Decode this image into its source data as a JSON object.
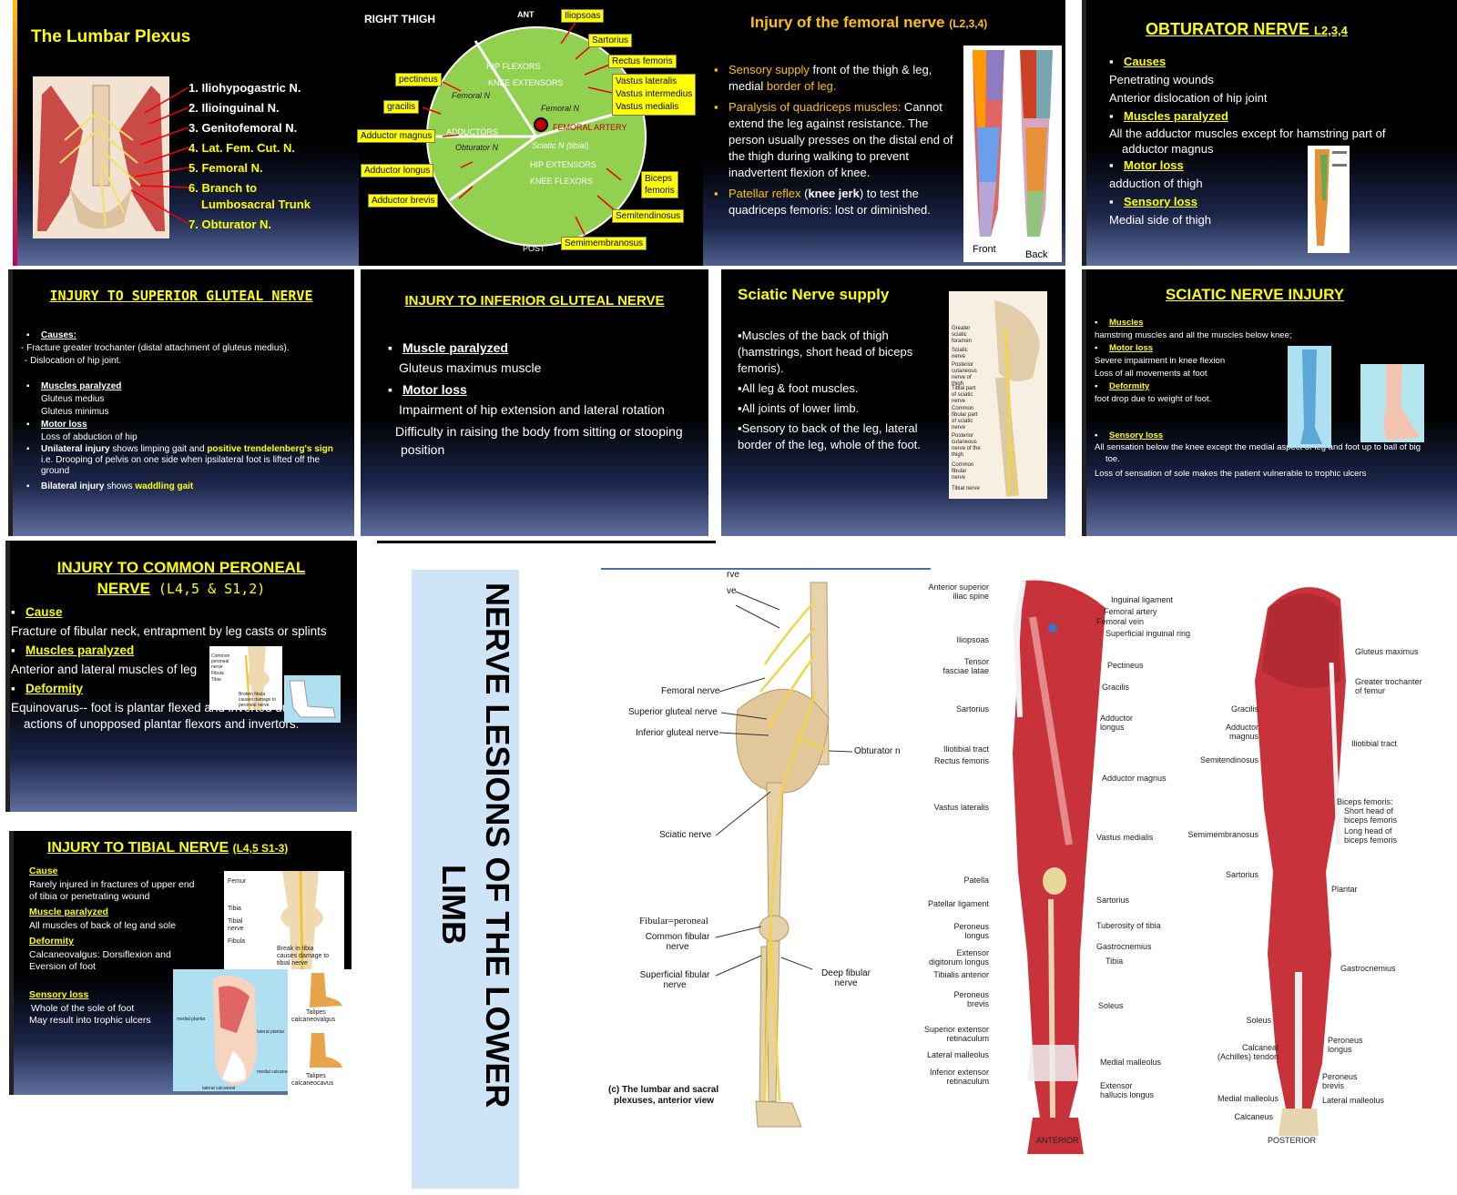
{
  "lumbar": {
    "title": "The Lumbar Plexus",
    "items": [
      "1. Iliohypogastric N.",
      "2. Ilioinguinal N.",
      "3. Genitofemoral N.",
      "4. Lat. Fem. Cut. N.",
      "5. Femoral N.",
      "6. Branch to",
      "Lumbosacral Trunk",
      "7. Obturator N."
    ]
  },
  "thigh": {
    "title": "RIGHT THIGH",
    "ant": "ANT",
    "post": "POST",
    "tags": [
      "Iliopsoas",
      "Sartorius",
      "Rectus femoris",
      "Vastus lateralis",
      "Vastus intermedius",
      "Vastus medialis",
      "pectineus",
      "gracilis",
      "Adductor magnus",
      "Adductor longus",
      "Adductor brevis",
      "Biceps",
      "femoris",
      "Semitendinosus",
      "Semimembranosus"
    ],
    "regions": [
      "HIP FLEXORS",
      "KNEE EXTENSORS",
      "Femoral N",
      "Femoral N",
      "ADDUCTORS",
      "Obturator N",
      "FEMORAL ARTERY",
      "Sciatic N (tibial)",
      "HIP EXTENSORS",
      "KNEE FLEXORS"
    ]
  },
  "femoral": {
    "title": "Injury of the femoral nerve",
    "title_sub": "(L2,3,4)",
    "b1_hl": "Sensory supply",
    "b1_a": " front of the thigh & leg, medial ",
    "b1_hl2": "border of leg.",
    "b2_hl": "Paralysis of quadriceps muscles:",
    "b2_text": " Cannot extend the leg against resistance. The person usually presses on the distal end of the thigh during walking to prevent inadvertent flexion of knee.",
    "b3_hl": "Patellar reflex",
    "b3_bold": "knee jerk",
    "b3_text": ") to test the quadriceps femoris: lost or diminished.",
    "b3_open": " (",
    "front": "Front",
    "back": "Back"
  },
  "obturator": {
    "title": "OBTURATOR NERVE",
    "title_sub": "L2,3,4",
    "causes": "Causes",
    "c1": "Penetrating wounds",
    "c2": "Anterior dislocation of hip joint",
    "musc": "Muscles paralyzed",
    "m1": "All the adductor muscles except for hamstring part of adductor magnus",
    "motor": "Motor loss",
    "mo1": "adduction of thigh",
    "sens": "Sensory loss",
    "s1": "Medial side of thigh"
  },
  "supglut": {
    "title": "INJURY TO SUPERIOR GLUTEAL NERVE",
    "causes": "Causes:",
    "c1": "- Fracture greater trochanter (distal attachment of gluteus medius).",
    "c2": "- Dislocation of hip joint.",
    "musc": "Muscles paralyzed",
    "m1": "Gluteus medius",
    "m2": "Gluteus minimus",
    "motor": "Motor loss",
    "mo1": "Loss of abduction of hip",
    "uni_b": "Unilateral injury",
    "uni_a": " shows limping gait and ",
    "uni_y": "positive trendelenberg's sign",
    "uni_c": " i.e. Drooping of pelvis on one side when ipsilateral foot is lifted off the ground",
    "bi_b": "Bilateral injury",
    "bi_a": " shows ",
    "bi_y": "waddling gait"
  },
  "infglut": {
    "title": "INJURY TO INFERIOR GLUTEAL NERVE",
    "musc": "Muscle paralyzed",
    "m1": "Gluteus maximus muscle",
    "motor": "Motor loss",
    "mo1": "Impairment of hip extension and lateral rotation",
    "mo2": "Difficulty in raising the body from sitting or stooping position"
  },
  "sciaticsup": {
    "title": "Sciatic Nerve supply",
    "b1": "Muscles of the back of thigh (hamstrings, short head of biceps femoris).",
    "b2": "All leg & foot muscles.",
    "b3": "All joints of lower limb.",
    "b4": "Sensory to back of the leg, lateral border of the leg, whole of the foot.",
    "img_labels": [
      "Greater sciatic foramen",
      "Sciatic nerve",
      "Posterior cutaneous nerve of thigh",
      "Tibial part of sciatic nerve",
      "Common fibular part of sciatic nerve",
      "Posterior cutaneous nerve of the thigh",
      "Common fibular nerve",
      "Tibial nerve"
    ]
  },
  "sciaticinj": {
    "title": "SCIATIC NERVE INJURY",
    "musc": "Muscles",
    "m1": "hamstring muscles and all the muscles below knee;",
    "motor": "Motor loss",
    "mo1": "Severe impairment in knee flexion",
    "mo2": "Loss of all movements at foot",
    "def": "Deformity",
    "d1": "foot drop due to weight of foot.",
    "sens": "Sensory loss",
    "s1": "All sensation below the knee except the medial aspect of leg and foot up to ball of big toe.",
    "s2": "Loss of sensation of sole makes the patient vulnerable to trophic ulcers"
  },
  "peroneal": {
    "title1": "INJURY TO COMMON PERONEAL",
    "title2": "NERVE",
    "title_sub": " (L4,5 & S1,2)",
    "cause": "Cause",
    "c1": "Fracture of fibular neck, entrapment by leg casts or splints",
    "musc": "Muscles paralyzed",
    "m1": "Anterior and lateral muscles of leg",
    "def": "Deformity",
    "d1": "Equinovarus-- foot is plantar flexed and inverted due to actions of unopposed plantar flexors and invertors.",
    "img_labels": [
      "Common peroneal nerve",
      "Fibula",
      "Tibia",
      "Broken fibula causes damage to peroneal nerve"
    ]
  },
  "tibial": {
    "title": "INJURY TO TIBIAL NERVE",
    "title_sub": "(L4,5 S1-3)",
    "cause": "Cause",
    "c1": "Rarely injured in fractures of upper end of tibia or penetrating wound",
    "musc": "Muscle paralyzed",
    "m1": "All muscles of back of leg and sole",
    "def": "Deformity",
    "d1": "Calcaneovalgus: Dorsiflexion and Eversion of foot",
    "sens": "Sensory loss",
    "s1": "Whole of the sole of foot",
    "s2": "May result into trophic ulcers",
    "img_labels": [
      "Femur",
      "Tibia",
      "Tibial nerve",
      "Fibula",
      "Break in tibia causes damage to tibial nerve"
    ],
    "sole_labels": [
      "medial plantar",
      "lateral plantar",
      "medial calcaneal",
      "lateral calcaneal"
    ],
    "talipes": [
      "Talipes",
      "calcaneovalgus",
      "Talipes",
      "calcaneocavus"
    ]
  },
  "banner": {
    "line1": "NERVE LESIONS OF THE LOWER",
    "line2": "LIMB"
  },
  "plexus_fig": {
    "labels": [
      "rve",
      "ve",
      "Femoral nerve",
      "Superior gluteal nerve",
      "Inferior gluteal nerve",
      "Obturator n",
      "Sciatic nerve",
      "Fibular=peroneal",
      "Common fibular nerve",
      "Superficial fibular nerve",
      "Deep fibular nerve"
    ],
    "caption1": "(c) The lumbar and sacral",
    "caption2": "plexuses, anterior view"
  },
  "anterior_fig": {
    "left_labels": [
      "Anterior superior iliac spine",
      "Iliopsoas",
      "Tensor fasciae latae",
      "Sartorius",
      "Iliotibial tract",
      "Rectus femoris",
      "Vastus lateralis",
      "Patella",
      "Patellar ligament",
      "Peroneus longus",
      "Extensor digitorum longus",
      "Tibialis anterior",
      "Peroneus brevis",
      "Superior extensor retinaculum",
      "Lateral malleolus",
      "Inferior extensor retinaculum"
    ],
    "right_labels": [
      "Inguinal ligament",
      "Femoral artery",
      "Femoral vein",
      "Superficial inguinal ring",
      "Pectineus",
      "Gracilis",
      "Adductor longus",
      "Adductor magnus",
      "Vastus medialis",
      "Sartorius",
      "Tuberosity of tibia",
      "Gastrocnemius",
      "Tibia",
      "Soleus",
      "Medial malleolus",
      "Extensor hallucis longus"
    ],
    "caption": "ANTERIOR"
  },
  "posterior_fig": {
    "left_labels": [
      "Gracilis",
      "Adductor magnus",
      "Semitendinosus",
      "Semimembranosus",
      "Sartorius",
      "Soleus",
      "Calcaneal (Achilles) tendon",
      "Medial malleolus",
      "Calcaneus"
    ],
    "right_labels": [
      "Gluteus maximus",
      "Greater trochanter of femur",
      "Iliotibial tract",
      "Biceps femoris:",
      "Short head of biceps femoris",
      "Long head of biceps femoris",
      "Plantar",
      "Gastrocnemius",
      "Peroneus longus",
      "Peroneus brevis",
      "Lateral malleolus"
    ],
    "caption": "POSTERIOR"
  },
  "colors": {
    "title": "#ffff00",
    "highlight": "#ffc000",
    "banner": "#cfe5f7",
    "muscle": "#c8323a"
  }
}
